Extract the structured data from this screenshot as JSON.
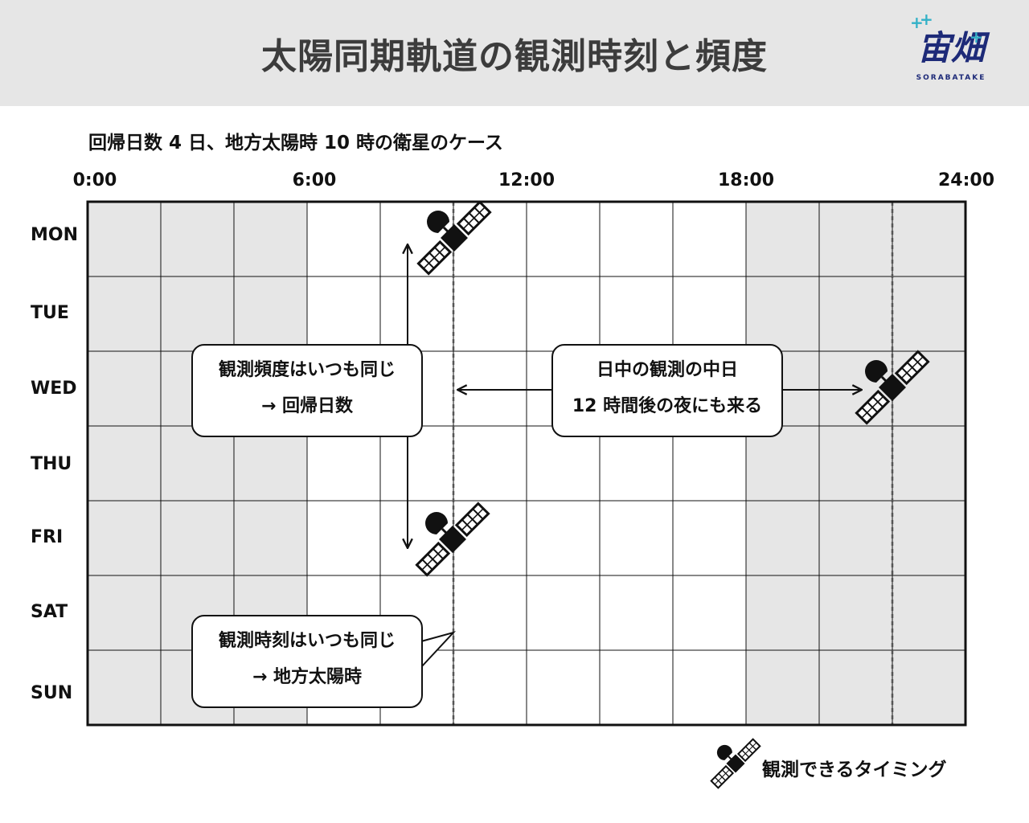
{
  "header": {
    "title": "太陽同期軌道の観測時刻と頻度",
    "logo_text": "宙畑",
    "logo_sub": "SORABATAKE"
  },
  "subtitle": "回帰日数 4 日、地方太陽時 10 時の衛星のケース",
  "x_labels": [
    "0:00",
    "6:00",
    "12:00",
    "18:00",
    "24:00"
  ],
  "days": [
    "MON",
    "TUE",
    "WED",
    "THU",
    "FRI",
    "SAT",
    "SUN"
  ],
  "callouts": {
    "frequency": {
      "line1": "観測頻度はいつも同じ",
      "line2": "→ 回帰日数"
    },
    "night": {
      "line1": "日中の観測の中日",
      "line2": "12 時間後の夜にも来る"
    },
    "time": {
      "line1": "観測時刻はいつも同じ",
      "line2": "→ 地方太陽時"
    }
  },
  "legend": {
    "label": "観測できるタイミング",
    "icon": "satellite-icon"
  },
  "colors": {
    "night_fill": "#e6e6e6",
    "grid": "#111111",
    "logo": "#1d2a78",
    "logo_accent": "#33b1c7"
  }
}
